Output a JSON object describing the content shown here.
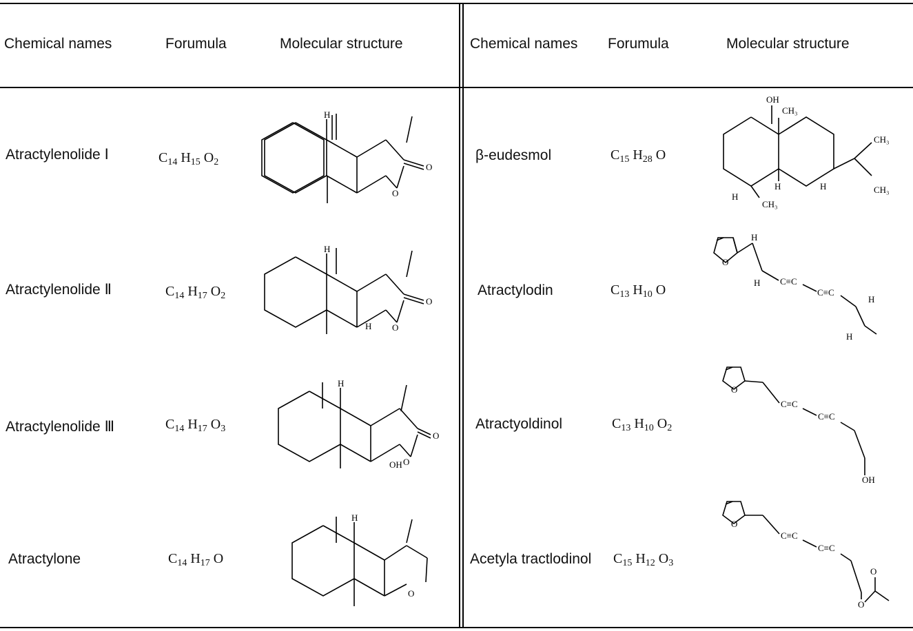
{
  "headers": {
    "left": {
      "name": "Chemical names",
      "formula": "Forumula",
      "structure": "Molecular structure"
    },
    "right": {
      "name": "Chemical names",
      "formula": "Forumula",
      "structure": "Molecular structure"
    }
  },
  "rows_left": [
    {
      "name": "Atractylenolide Ⅰ",
      "formula": {
        "c": "C",
        "cn": "14",
        "h": "H",
        "hn": "15",
        "o": "O",
        "on": "2"
      }
    },
    {
      "name": "Atractylenolide Ⅱ",
      "formula": {
        "c": "C",
        "cn": "14",
        "h": "H",
        "hn": "17",
        "o": "O",
        "on": "2"
      }
    },
    {
      "name": "Atractylenolide Ⅲ",
      "formula": {
        "c": "C",
        "cn": "14",
        "h": "H",
        "hn": "17",
        "o": "O",
        "on": "3"
      }
    },
    {
      "name": "Atractylone",
      "formula": {
        "c": "C",
        "cn": "14",
        "h": "H",
        "hn": "17",
        "o": "O",
        "on": ""
      }
    }
  ],
  "rows_right": [
    {
      "name": "β-eudesmol",
      "formula": {
        "c": "C",
        "cn": "15",
        "h": "H",
        "hn": "28",
        "o": "O",
        "on": ""
      }
    },
    {
      "name": "Atractylodin",
      "formula": {
        "c": "C",
        "cn": "13",
        "h": "H",
        "hn": "10",
        "o": "O",
        "on": ""
      }
    },
    {
      "name": "Atractyoldinol",
      "formula": {
        "c": "C",
        "cn": "13",
        "h": "H",
        "hn": "10",
        "o": "O",
        "on": "2"
      }
    },
    {
      "name": "Acetyla tractlodinol",
      "formula": {
        "c": "C",
        "cn": "15",
        "h": "H",
        "hn": "12",
        "o": "O",
        "on": "3"
      }
    }
  ],
  "atom_labels": {
    "h": "H",
    "o": "O",
    "oh": "OH",
    "ch3": "CH₃",
    "cc": "C≡C",
    "c": "C"
  },
  "icons": [
    "lactone-structure",
    "eudesmol-structure",
    "furan-polyyne-structure"
  ]
}
